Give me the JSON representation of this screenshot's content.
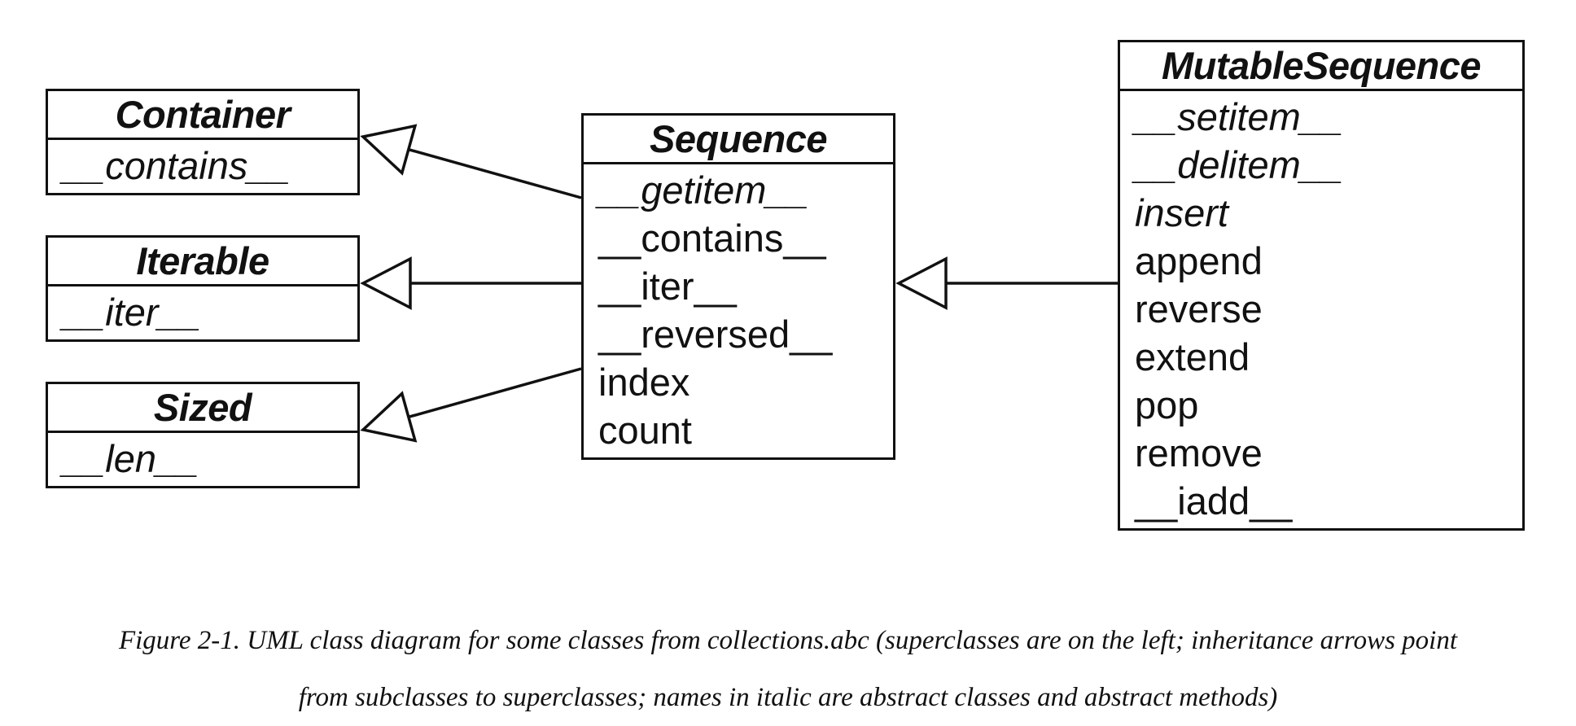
{
  "diagram": {
    "classes": [
      {
        "id": "Container",
        "name": "Container",
        "abstract": true,
        "methods": [
          {
            "name": "__contains__",
            "abstract": true
          }
        ]
      },
      {
        "id": "Iterable",
        "name": "Iterable",
        "abstract": true,
        "methods": [
          {
            "name": "__iter__",
            "abstract": true
          }
        ]
      },
      {
        "id": "Sized",
        "name": "Sized",
        "abstract": true,
        "methods": [
          {
            "name": "__len__",
            "abstract": true
          }
        ]
      },
      {
        "id": "Sequence",
        "name": "Sequence",
        "abstract": true,
        "methods": [
          {
            "name": "__getitem__",
            "abstract": true
          },
          {
            "name": "__contains__",
            "abstract": false
          },
          {
            "name": "__iter__",
            "abstract": false
          },
          {
            "name": "__reversed__",
            "abstract": false
          },
          {
            "name": "index",
            "abstract": false
          },
          {
            "name": "count",
            "abstract": false
          }
        ]
      },
      {
        "id": "MutableSequence",
        "name": "MutableSequence",
        "abstract": true,
        "methods": [
          {
            "name": "__setitem__",
            "abstract": true
          },
          {
            "name": "__delitem__",
            "abstract": true
          },
          {
            "name": "insert",
            "abstract": true
          },
          {
            "name": "append",
            "abstract": false
          },
          {
            "name": "reverse",
            "abstract": false
          },
          {
            "name": "extend",
            "abstract": false
          },
          {
            "name": "pop",
            "abstract": false
          },
          {
            "name": "remove",
            "abstract": false
          },
          {
            "name": "__iadd__",
            "abstract": false
          }
        ]
      }
    ],
    "inheritance": [
      {
        "from": "Sequence",
        "to": "Container"
      },
      {
        "from": "Sequence",
        "to": "Iterable"
      },
      {
        "from": "Sequence",
        "to": "Sized"
      },
      {
        "from": "MutableSequence",
        "to": "Sequence"
      }
    ],
    "line_color": "#111111",
    "fill_color": "#ffffff"
  },
  "caption": {
    "line1": "Figure 2-1. UML class diagram for some classes from collections.abc (superclasses are on the left; inheritance arrows point",
    "line2": "from subclasses to superclasses; names in italic are abstract classes and abstract methods)"
  }
}
